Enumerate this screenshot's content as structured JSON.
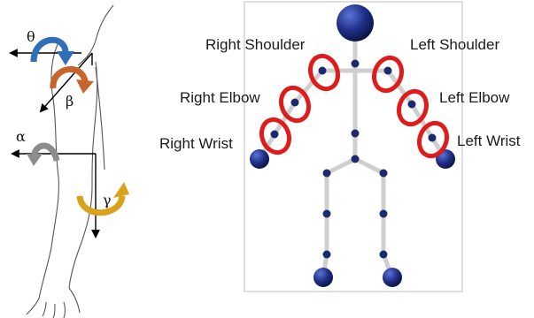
{
  "colors": {
    "joint_blue": "#1b2a6e",
    "bone_gray": "#cfcfcf",
    "highlight_red": "#e01b1b",
    "theta_blue": "#2f6fb6",
    "beta_orange": "#c8632a",
    "alpha_gray": "#8c8c8c",
    "gamma_yellow": "#d9a21c"
  },
  "arm_figure": {
    "rotation_labels": {
      "theta": "θ",
      "beta": "β",
      "alpha": "α",
      "gamma": "γ"
    }
  },
  "skeleton": {
    "labels": {
      "right_shoulder": "Right Shoulder",
      "left_shoulder": "Left Shoulder",
      "right_elbow": "Right Elbow",
      "left_elbow": "Left Elbow",
      "right_wrist": "Right Wrist",
      "left_wrist": "Left Wrist"
    }
  }
}
